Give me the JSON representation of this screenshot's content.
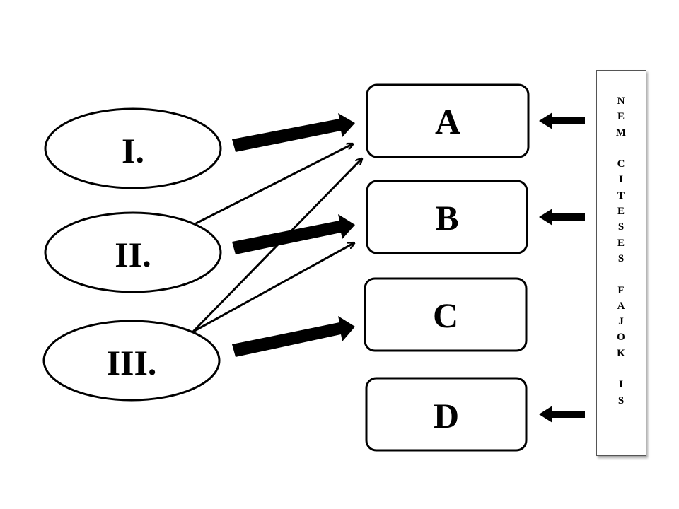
{
  "sources": [
    {
      "id": "I",
      "label": "I."
    },
    {
      "id": "II",
      "label": "II."
    },
    {
      "id": "III",
      "label": "III."
    }
  ],
  "targets": [
    {
      "id": "A",
      "label": "A"
    },
    {
      "id": "B",
      "label": "B"
    },
    {
      "id": "C",
      "label": "C"
    },
    {
      "id": "D",
      "label": "D"
    }
  ],
  "side_panel": {
    "text": "N\nE\nM\n\nC\nI\nT\nE\nS\nE\nS\n\nF\nA\nJ\nO\nK\n\nI\nS"
  },
  "connections": {
    "thick": [
      {
        "from": "I",
        "to": "A"
      },
      {
        "from": "II",
        "to": "B"
      },
      {
        "from": "III",
        "to": "C"
      }
    ],
    "thin": [
      {
        "from": "II",
        "to": "A"
      },
      {
        "from": "III",
        "to": "A"
      },
      {
        "from": "III",
        "to": "B"
      }
    ],
    "from_side_panel": [
      "A",
      "B",
      "D"
    ]
  }
}
